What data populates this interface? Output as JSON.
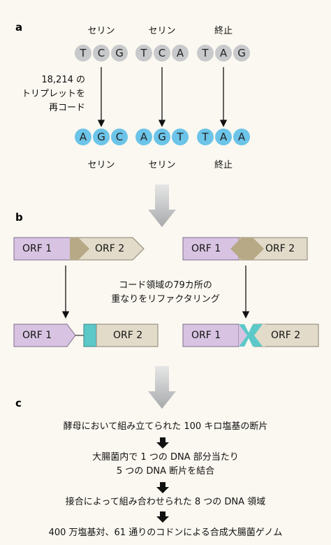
{
  "section_labels": {
    "a": "a",
    "b": "b",
    "c": "c"
  },
  "panel_a": {
    "top_labels": [
      "セリン",
      "セリン",
      "終止"
    ],
    "top_codons": [
      [
        "T",
        "C",
        "G"
      ],
      [
        "T",
        "C",
        "A"
      ],
      [
        "T",
        "A",
        "G"
      ]
    ],
    "recode_note": [
      "18,214 の",
      "トリプレットを",
      "再コード"
    ],
    "bottom_codons": [
      [
        "A",
        "G",
        "C"
      ],
      [
        "A",
        "G",
        "T"
      ],
      [
        "T",
        "A",
        "A"
      ]
    ],
    "bottom_labels": [
      "セリン",
      "セリン",
      "終止"
    ]
  },
  "panel_b": {
    "orf1": "ORF 1",
    "orf2": "ORF 2",
    "note": [
      "コード領域の79カ所の",
      "重なりをリファクタリング"
    ]
  },
  "panel_c": {
    "steps": [
      "酵母において組み立てられた 100 キロ塩基の断片",
      "大腸菌内で 1 つの DNA 部分当たり",
      "5 つの DNA 断片を結合",
      "接合によって組み合わせられた 8 つの DNA 領域",
      "400 万塩基対、61 通りのコドンによる合成大腸菌ゲノム"
    ]
  },
  "colors": {
    "grey_nucleotide": "#c8c9cb",
    "blue_nucleotide": "#6cc4e8",
    "orf1_fill": "#d8c4e2",
    "orf2_fill": "#e2dbc9",
    "overlap_fill": "#b7a986",
    "refactor_fill": "#5cc8c8",
    "big_arrow": "#b9babc"
  }
}
